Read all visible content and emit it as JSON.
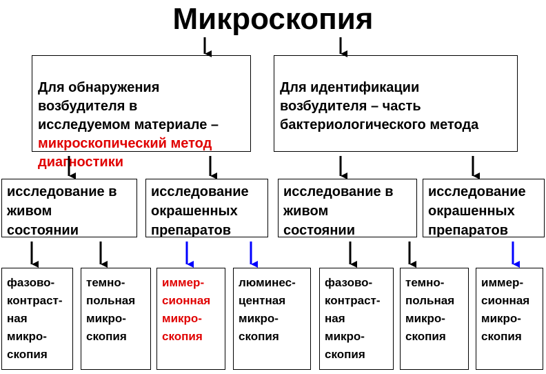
{
  "title": "Микроскопия",
  "purposes": [
    {
      "text": "Для обнаружения\nвозбудителя в\nисследуемом материале –",
      "highlight": "микроскопический метод\nдиагностики"
    },
    {
      "text": "Для идентификации\nвозбудителя – часть\nбактериологического метода"
    }
  ],
  "study_types": [
    "исследование в\nживом\nсостоянии",
    "исследование\nокрашенных\nпрепаратов",
    "исследование в\nживом\nсостоянии",
    "исследование\nокрашенных\nпрепаратов"
  ],
  "methods": [
    "фазово-\nконтраст-\nная\nмикро-\nскопия",
    "темно-\nпольная\nмикро-\nскопия",
    "иммер-\nсионная\nмикро-\nскопия",
    "люминес-\nцентная\nмикро-\nскопия",
    "фазово-\nконтраст-\nная\nмикро-\nскопия",
    "темно-\nпольная\nмикро-\nскопия",
    "иммер-\nсионная\nмикро-\nскопия"
  ],
  "colors": {
    "text": "#000000",
    "highlight": "#e00000",
    "black_arrow": "#000000",
    "blue_arrow": "#0000ff"
  }
}
